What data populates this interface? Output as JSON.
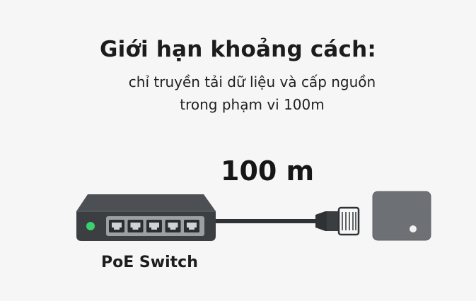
{
  "heading": "Giới hạn khoảng cách:",
  "subheading_line1": "chỉ truyền tải dữ liệu và cấp nguồn",
  "subheading_line2": "trong phạm vi 100m",
  "distance_label": "100 m",
  "switch": {
    "label": "PoE Switch",
    "port_count": 5,
    "status_led_color": "#3bd16f"
  },
  "colors": {
    "background": "#f6f6f6",
    "switch_body": "#3f4346",
    "cable": "#2f3235",
    "device_body": "#6d7175"
  },
  "icons": [
    "poe-switch-icon",
    "ethernet-cable-icon",
    "rj45-connector-icon",
    "powered-device-icon"
  ]
}
